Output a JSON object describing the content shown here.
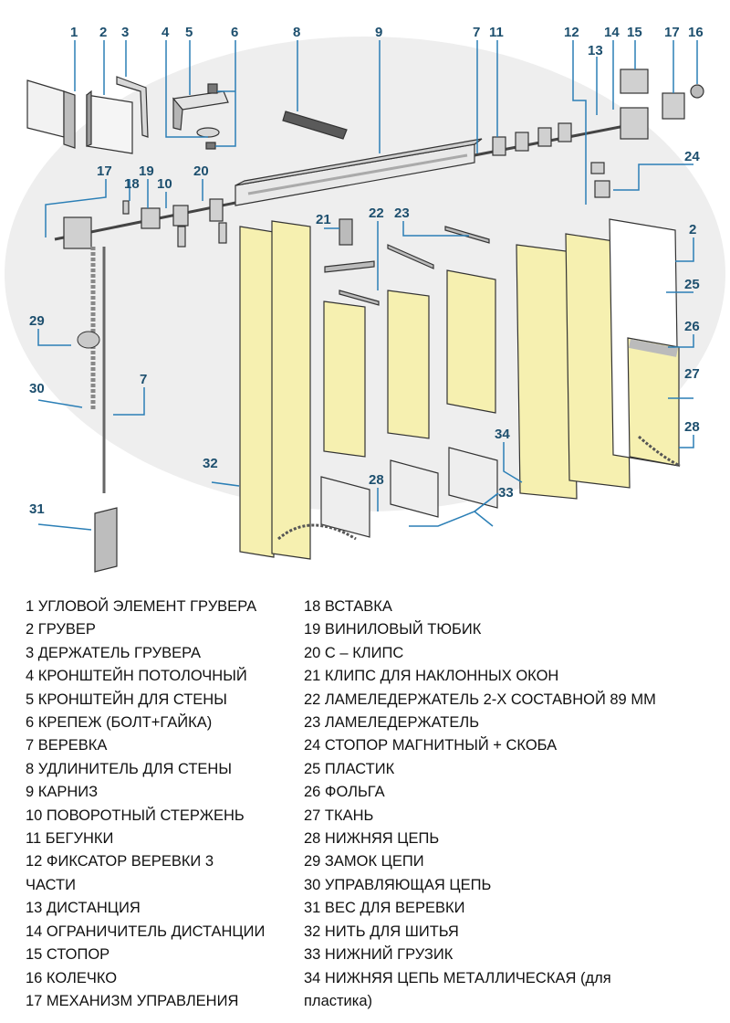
{
  "callouts": {
    "c1": "1",
    "c2a": "2",
    "c3": "3",
    "c4": "4",
    "c5": "5",
    "c6": "6",
    "c8": "8",
    "c9": "9",
    "c7a": "7",
    "c11": "11",
    "c12": "12",
    "c13": "13",
    "c14": "14",
    "c15": "15",
    "c17a": "17",
    "c16": "16",
    "c17b": "17",
    "c18": "18",
    "c19": "19",
    "c10": "10",
    "c20": "20",
    "c24": "24",
    "c21": "21",
    "c22": "22",
    "c23": "23",
    "c2b": "2",
    "c25": "25",
    "c26": "26",
    "c27": "27",
    "c28a": "28",
    "c29": "29",
    "c30": "30",
    "c7b": "7",
    "c32": "32",
    "c34": "34",
    "c28b": "28",
    "c33": "33",
    "c31": "31"
  },
  "legend": {
    "left": [
      "1 УГЛОВОЙ ЭЛЕМЕНТ ГРУВЕРА",
      "2 ГРУВЕР",
      "3 ДЕРЖАТЕЛЬ ГРУВЕРА",
      "4 КРОНШТЕЙН ПОТОЛОЧНЫЙ",
      "5 КРОНШТЕЙН ДЛЯ СТЕНЫ",
      "6 КРЕПЕЖ (БОЛТ+ГАЙКА)",
      "7 ВЕРЕВКА",
      "8 УДЛИНИТЕЛЬ ДЛЯ СТЕНЫ",
      "9 КАРНИЗ",
      "10 ПОВОРОТНЫЙ СТЕРЖЕНЬ",
      "11 БЕГУНКИ",
      "12 ФИКСАТОР ВЕРЕВКИ 3",
      "ЧАСТИ",
      "13 ДИСТАНЦИЯ",
      "14 ОГРАНИЧИТЕЛЬ ДИСТАНЦИИ",
      "15 СТОПОР",
      "16 КОЛЕЧКО",
      "17 МЕХАНИЗМ УПРАВЛЕНИЯ"
    ],
    "right": [
      "18 ВСТАВКА",
      "19 ВИНИЛОВЫЙ ТЮБИК",
      "20 С – КЛИПС",
      "21 КЛИПС ДЛЯ НАКЛОННЫХ ОКОН",
      "22 ЛАМЕЛЕДЕРЖАТЕЛЬ 2-Х СОСТАВНОЙ 89 ММ",
      "23 ЛАМЕЛЕДЕРЖАТЕЛЬ",
      "24 СТОПОР МАГНИТНЫЙ + СКОБА",
      "25 ПЛАСТИК",
      "26 ФОЛЬГА",
      "27 ТКАНЬ",
      "28 НИЖНЯЯ ЦЕПЬ",
      "29 ЗАМОК ЦЕПИ",
      "30 УПРАВЛЯЮЩАЯ ЦЕПЬ",
      "31 ВЕС ДЛЯ ВЕРЕВКИ",
      "32 НИТЬ ДЛЯ ШИТЬЯ",
      "33 НИЖНИЙ ГРУЗИК",
      "34 НИЖНЯЯ ЦЕПЬ МЕТАЛЛИЧЕСКАЯ (для",
      "пластика)"
    ]
  },
  "colors": {
    "callout": "#1d4f6e",
    "leader": "#2b7fb6",
    "fabric": "#f6f0b0",
    "metal": "#c9c9c9"
  }
}
